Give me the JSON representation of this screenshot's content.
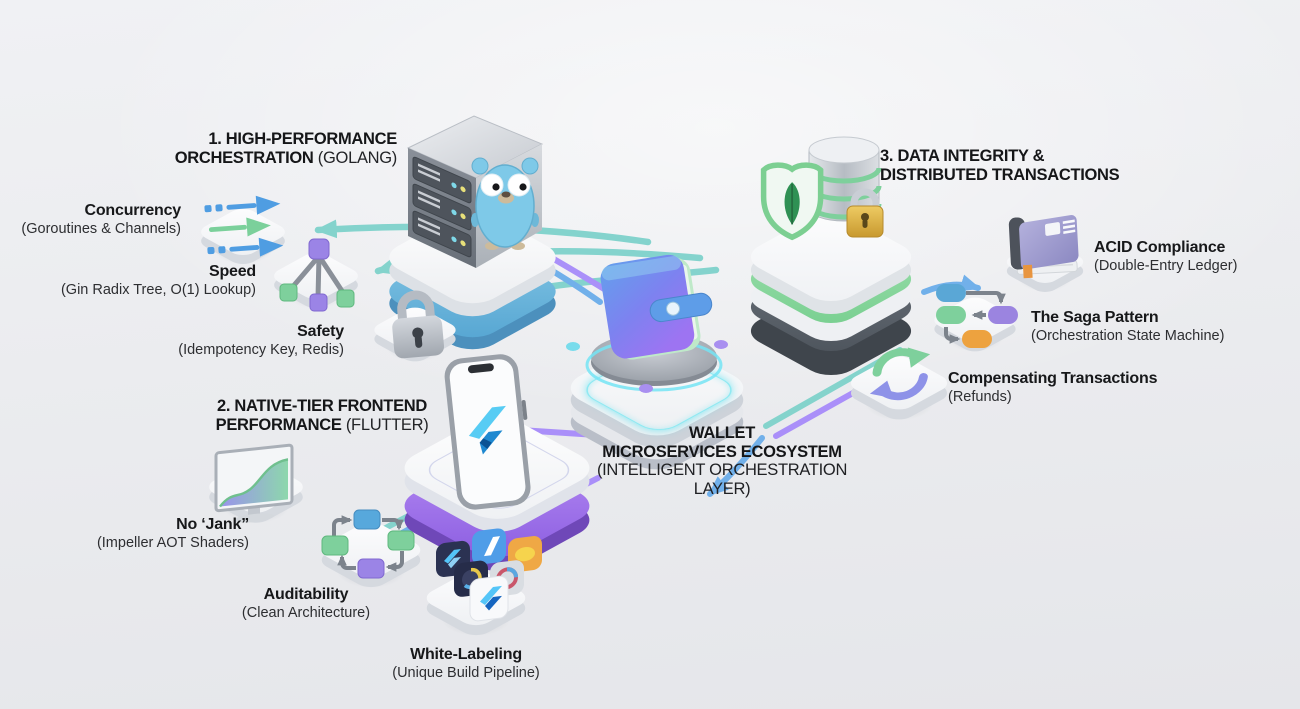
{
  "title": "Wallet Microservices Ecosystem Infographic",
  "headings": {
    "golang": {
      "line1": "1. HIGH-PERFORMANCE",
      "line2_bold": "ORCHESTRATION",
      "line2_normal": " (GOLANG)"
    },
    "flutter": {
      "line1": "2. NATIVE-TIER FRONTEND",
      "line2_bold": "PERFORMANCE",
      "line2_normal": " (FLUTTER)"
    },
    "integrity": {
      "line1": "3. DATA INTEGRITY &",
      "line2": "DISTRIBUTED TRANSACTIONS"
    },
    "center": {
      "line1": "WALLET",
      "line2": "MICROSERVICES ECOSYSTEM",
      "line3": "(INTELLIGENT ORCHESTRATION",
      "line4": "LAYER)"
    }
  },
  "features": {
    "concurrency": {
      "title": "Concurrency",
      "subtitle": "(Goroutines & Channels)",
      "icon": "parallel-arrows-icon"
    },
    "speed": {
      "title": "Speed",
      "subtitle": "(Gin Radix Tree, O(1) Lookup)",
      "icon": "radix-tree-icon"
    },
    "safety": {
      "title": "Safety",
      "subtitle": "(Idempotency Key, Redis)",
      "icon": "padlock-icon"
    },
    "no_jank": {
      "title": "No ‘Jank”",
      "subtitle": "(Impeller AOT Shaders)",
      "icon": "performance-chart-icon"
    },
    "auditability": {
      "title": "Auditability",
      "subtitle": "(Clean Architecture)",
      "icon": "flowchart-cycle-icon"
    },
    "white_labeling": {
      "title": "White-Labeling",
      "subtitle": "(Unique Build Pipeline)",
      "icon": "app-icons-stack-icon"
    },
    "acid": {
      "title": "ACID Compliance",
      "subtitle": "(Double-Entry Ledger)",
      "icon": "ledger-book-icon"
    },
    "saga": {
      "title": "The Saga Pattern",
      "subtitle": "(Orchestration State Machine)",
      "icon": "state-machine-flowchart-icon"
    },
    "compensating": {
      "title": "Compensating Transactions",
      "subtitle": "(Refunds)",
      "icon": "circular-refund-arrows-icon"
    }
  },
  "scene_objects": {
    "server": "server-rack-with-go-gopher",
    "wallet": "gradient-wallet-on-pedestal",
    "phone": "smartphone-with-flutter-logo",
    "database": "database-cylinder-with-mongodb-shield-and-gold-padlock"
  },
  "colors": {
    "background": "#ebecef",
    "text": "#151618",
    "teal_tube": "#7fd2cb",
    "blue_tube": "#6badea",
    "purple_tube": "#a78bfa",
    "platform_blue": "#6ab5dd",
    "platform_purple": "#a77ef0",
    "platform_green": "#8fd8a2",
    "platform_dark": "#5d636b",
    "gold": "#d9a93f",
    "green_accent": "#7ed09c",
    "glow_cyan": "#74e4f4"
  }
}
